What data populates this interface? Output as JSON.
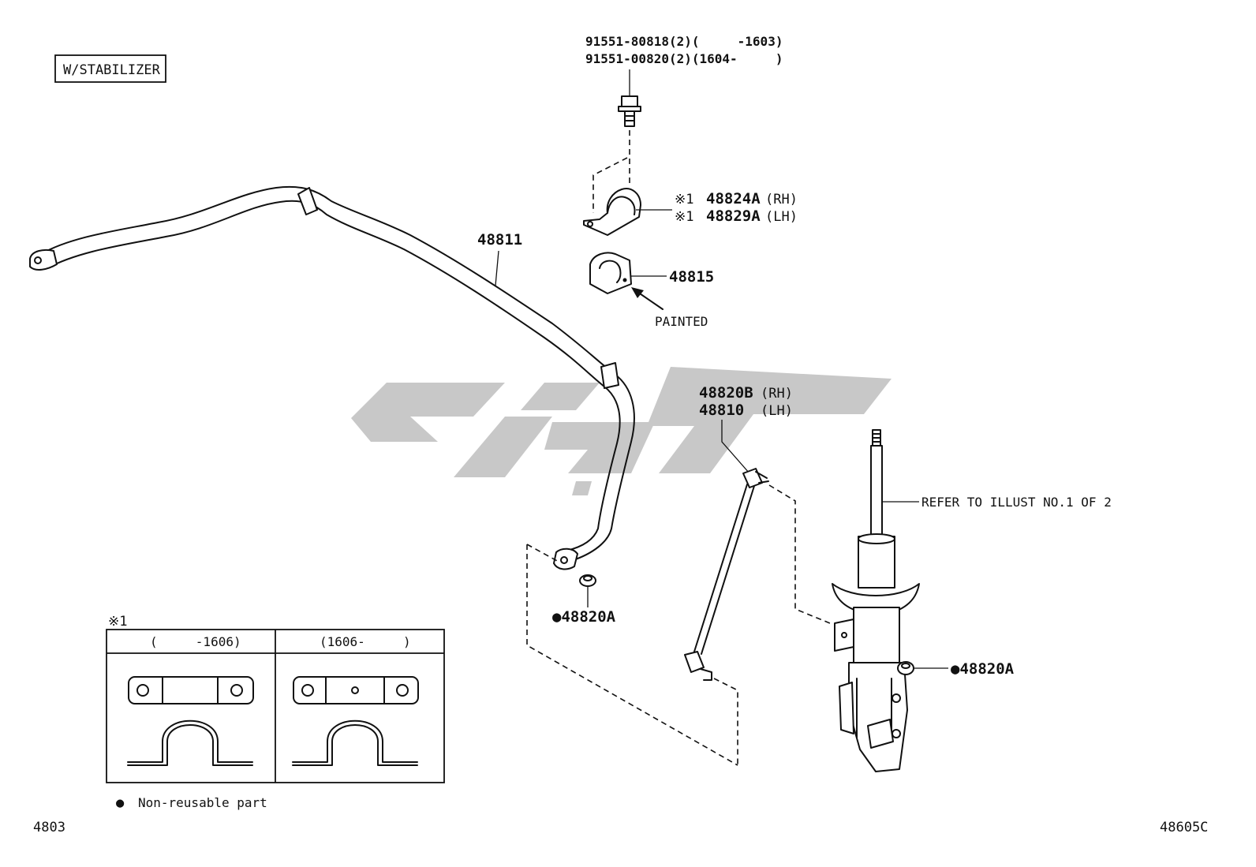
{
  "header": {
    "option_tag": "W/STABILIZER"
  },
  "callouts": {
    "bolt_line1": "91551-80818(2)(     -1603)",
    "bolt_line2": "91551-00820(2)(1604-     )",
    "bracket_prefix_rh": "※1",
    "bracket_rh_part": "48824A",
    "bracket_rh_side": "(RH)",
    "bracket_prefix_lh": "※1",
    "bracket_lh_part": "48829A",
    "bracket_lh_side": "(LH)",
    "stabilizer_bar": "48811",
    "bushing": "48815",
    "bushing_note": "PAINTED",
    "link_rh_part": "48820B",
    "link_rh_side": "(RH)",
    "link_lh_part": "48810",
    "link_lh_side": "(LH)",
    "nut_left": "●48820A",
    "nut_right": "●48820A",
    "strut_ref": "REFER TO ILLUST NO.1 OF 2"
  },
  "inset": {
    "marker": "※1",
    "col_left_header": "(     -1606)",
    "col_right_header": "(1606-     )"
  },
  "legend": {
    "symbol": "●",
    "text": "Non-reusable part"
  },
  "footer": {
    "page_code": "4803",
    "figure_code": "48605C"
  },
  "colors": {
    "line": "#111111",
    "watermark": "#c8c8c8",
    "background": "#ffffff"
  }
}
